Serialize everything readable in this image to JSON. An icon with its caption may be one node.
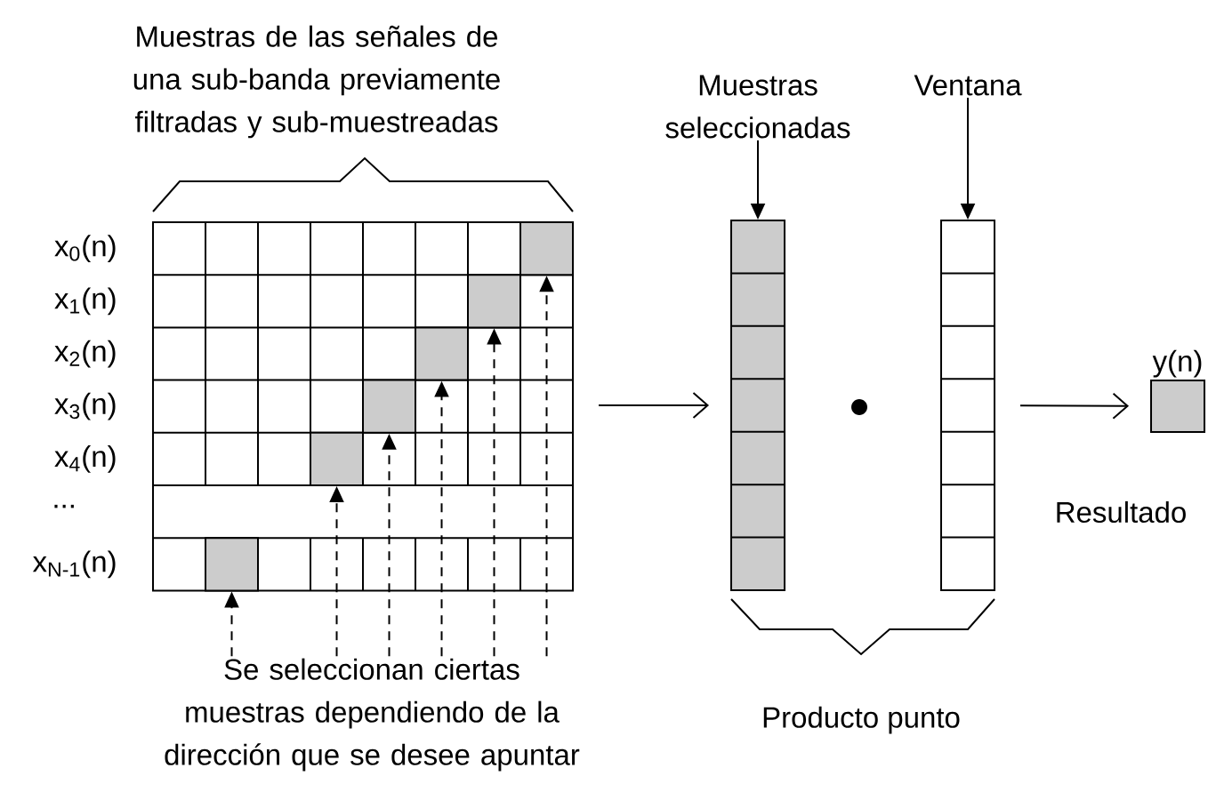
{
  "diagram": {
    "nodes": [
      {
        "text": [],
        "shape": "box"
      },
      {
        "text": [],
        "shape": "box",
        "in": 0
      },
      {
        "text": [],
        "shape": "box",
        "in": 0
      },
      {
        "text": [],
        "shape": "box",
        "in": 0
      },
      {
        "text": [],
        "shape": "box",
        "in": 0
      },
      {
        "text": [],
        "shape": "box",
        "in": 0
      },
      {
        "text": [],
        "shape": "box",
        "in": 0
      },
      {
        "text": [
          "Se seleccionan ciertas muestras dependiendo de la dirección que se desee apuntar"
        ]
      },
      {
        "text": [
          "Muestras seleccionadas"
        ]
      },
      {
        "text": [
          "Ventana"
        ]
      },
      {
        "text": [],
        "shape": "box"
      },
      {
        "text": [],
        "shape": "box"
      },
      {
        "text": [
          "y(n)"
        ],
        "beside": [
          "Resultado"
        ]
      }
    ],
    "edges": [
      {
        "from": 7,
        "to": 6,
        "arrow": "to",
        "style": "dashed"
      },
      {
        "from": 7,
        "to": 5,
        "arrow": "to",
        "style": "dashed"
      },
      {
        "from": 7,
        "to": 4,
        "arrow": "to",
        "style": "dashed"
      },
      {
        "from": 7,
        "to": 3,
        "arrow": "to",
        "style": "dashed"
      },
      {
        "from": 7,
        "to": 2,
        "arrow": "to",
        "style": "dashed"
      },
      {
        "from": 7,
        "to": 1,
        "arrow": "to",
        "style": "dashed"
      },
      {
        "from": 8,
        "to": 10,
        "arrow": "to"
      },
      {
        "from": 9,
        "to": 11,
        "arrow": "to"
      },
      {
        "from": 0,
        "to": 10,
        "arrow": "to"
      },
      {
        "from": 11,
        "to": 12,
        "arrow": "to"
      }
    ],
    "labels": [
      "Muestras de las señales de una sub-banda previamente filtradas y sub-muestreadas",
      "x$_{0}$(n)",
      "x$_{1}$(n)",
      "x$_{2}$(n)",
      "x$_{3}$(n)",
      "x$_{4}$(n)",
      "...",
      "x$_{N-1}$(n)",
      "Producto punto"
    ]
  }
}
